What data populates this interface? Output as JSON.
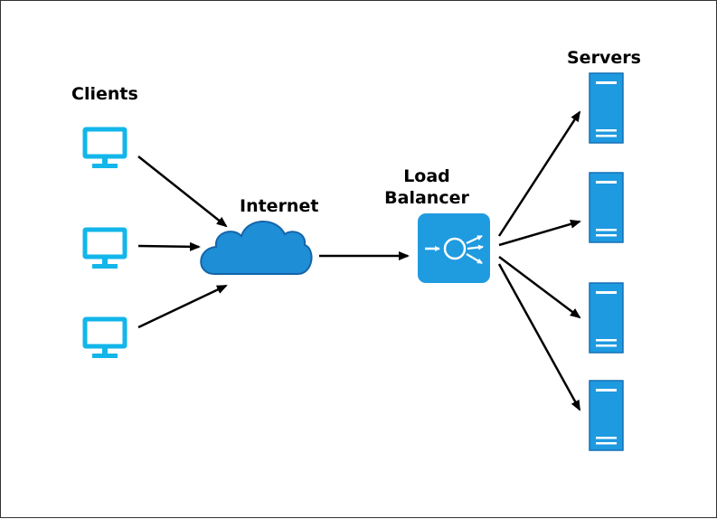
{
  "labels": {
    "clients": "Clients",
    "internet": "Internet",
    "load_balancer_line1": "Load",
    "load_balancer_line2": "Balancer",
    "servers": "Servers"
  },
  "colors": {
    "client_icon": "#12B6EA",
    "cloud_fill": "#1E8ED6",
    "cloud_stroke": "#1565A8",
    "lb_fill": "#1F9BE0",
    "server_fill": "#1E9AE0",
    "server_stroke": "#1370B5",
    "arrow": "#000000",
    "glyph": "#ffffff"
  },
  "icons": {
    "client": "monitor-icon",
    "internet": "cloud-icon",
    "load_balancer": "load-balancer-icon",
    "server": "server-icon"
  }
}
